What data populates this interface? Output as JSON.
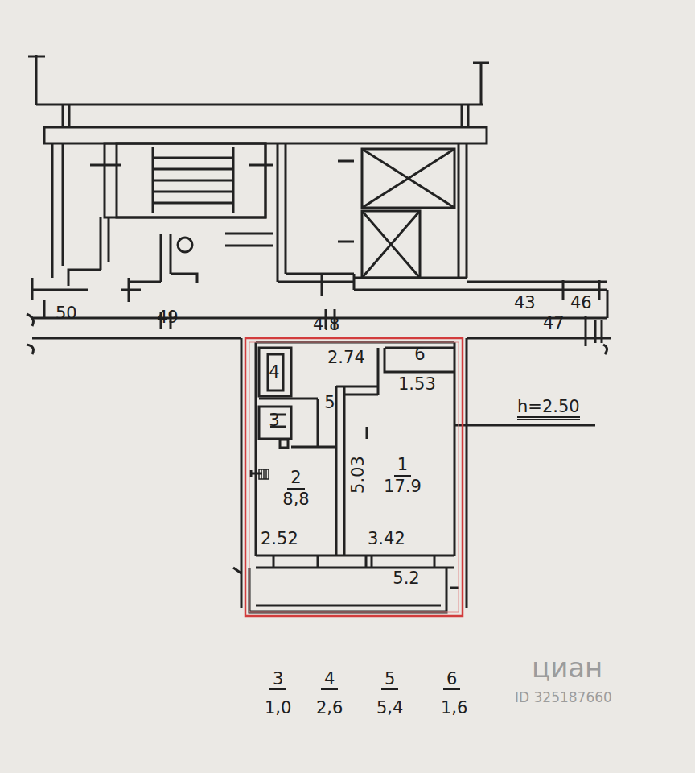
{
  "diagram": {
    "nodes": [
      {
        "text": [
          "4"
        ]
      },
      {
        "text": [
          "6"
        ]
      },
      {
        "text": [
          "5"
        ]
      },
      {
        "text": [
          "3"
        ]
      },
      {
        "text": [
          "2",
          "8,8"
        ]
      },
      {
        "text": [
          "1",
          "17.9"
        ]
      },
      {
        "text": [
          "5.2"
        ]
      }
    ],
    "labels": [
      "50",
      "49",
      "4.8",
      "43",
      "46",
      "47",
      "2.74",
      "1.53",
      "5.03",
      "2.52",
      "3.42",
      "h=2.50",
      "3",
      "1,0",
      "4",
      "2,6",
      "5",
      "5,4",
      "6",
      "1,6",
      "циан",
      "ID 325187660"
    ]
  }
}
